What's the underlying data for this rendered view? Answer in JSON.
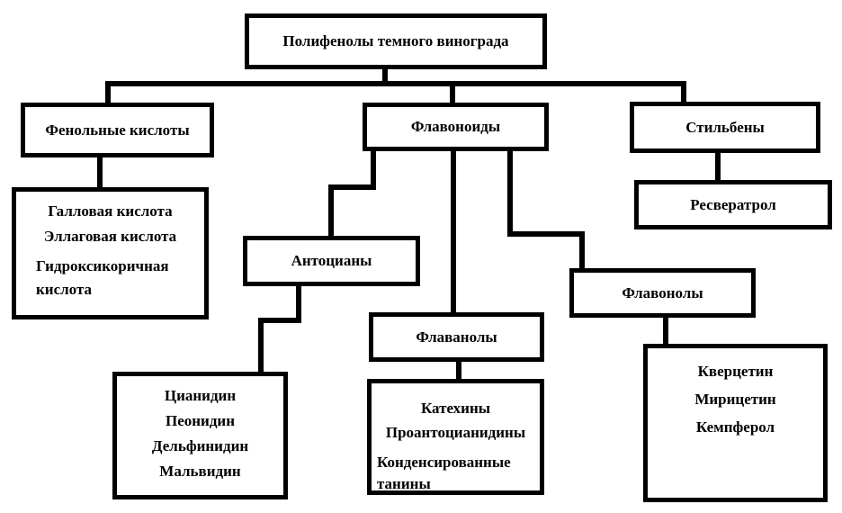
{
  "diagram": {
    "title": "Полифенолы темного винограда",
    "tree": {
      "root": {
        "label": "Полифенолы темного винограда"
      },
      "branches": [
        {
          "label": "Фенольные кислоты",
          "examples": [
            "Галловая кислота",
            "Эллаговая кислота",
            "Гидроксикоричная кислота"
          ]
        },
        {
          "label": "Флавоноиды",
          "children": [
            {
              "label": "Антоцианы",
              "examples": [
                "Цианидин",
                "Пеонидин",
                "Дельфинидин",
                "Мальвидин"
              ]
            },
            {
              "label": "Флаванолы",
              "examples": [
                "Катехины",
                "Проантоцианидины",
                "Конденсированные танины"
              ]
            },
            {
              "label": "Флавонолы",
              "examples": [
                "Кверцетин",
                "Мирицетин",
                "Кемпферол"
              ]
            }
          ]
        },
        {
          "label": "Стильбены",
          "examples": [
            "Ресвератрол"
          ]
        }
      ]
    },
    "colors": {
      "line": "#000000",
      "text": "#000000",
      "background": "#ffffff"
    }
  }
}
